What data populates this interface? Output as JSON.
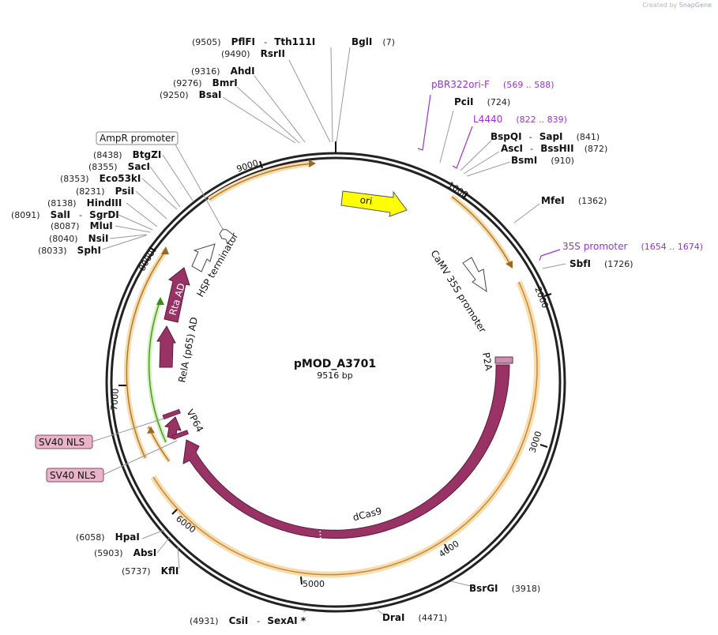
{
  "credit": {
    "prefix": "Created by",
    "brand": "SnapGene"
  },
  "plasmid": {
    "name": "pMOD_A3701",
    "length_label": "9516 bp",
    "length": 9516
  },
  "ticks": [
    "1000",
    "2000",
    "3000",
    "4000",
    "5000",
    "6000",
    "7000",
    "8000",
    "9000"
  ],
  "enzymes_right": [
    {
      "name": "BglI",
      "pos": "(7)"
    },
    {
      "name": "PciI",
      "pos": "(724)"
    },
    {
      "name": "BspQI",
      "sep": "-",
      "name2": "SapI",
      "pos": "(841)"
    },
    {
      "name": "AscI",
      "sep": "-",
      "name2": "BssHII",
      "pos": "(872)"
    },
    {
      "name": "BsmI",
      "pos": "(910)"
    },
    {
      "name": "MfeI",
      "pos": "(1362)"
    },
    {
      "name": "SbfI",
      "pos": "(1726)"
    },
    {
      "name": "BsrGI",
      "pos": "(3918)"
    },
    {
      "name": "DraI",
      "pos": "(4471)"
    }
  ],
  "enzymes_left": [
    {
      "name": "PflFI",
      "sep": "-",
      "name2": "Tth111I",
      "pos": "(9505)"
    },
    {
      "name": "RsrII",
      "pos": "(9490)"
    },
    {
      "name": "AhdI",
      "pos": "(9316)"
    },
    {
      "name": "BmrI",
      "pos": "(9276)"
    },
    {
      "name": "BsaI",
      "pos": "(9250)"
    },
    {
      "name": "BtgZI",
      "pos": "(8438)"
    },
    {
      "name": "SacI",
      "pos": "(8355)"
    },
    {
      "name": "Eco53kI",
      "pos": "(8353)"
    },
    {
      "name": "PsiI",
      "pos": "(8231)"
    },
    {
      "name": "HindIII",
      "pos": "(8138)"
    },
    {
      "name": "SalI",
      "sep": "-",
      "name2": "SgrDI",
      "pos": "(8091)"
    },
    {
      "name": "MluI",
      "pos": "(8087)"
    },
    {
      "name": "NsiI",
      "pos": "(8040)"
    },
    {
      "name": "SphI",
      "pos": "(8033)"
    },
    {
      "name": "HpaI",
      "pos": "(6058)"
    },
    {
      "name": "AbsI",
      "pos": "(5903)"
    },
    {
      "name": "KflI",
      "pos": "(5737)"
    },
    {
      "name": "CsiI",
      "sep": "-",
      "name2": "SexAI *",
      "pos": "(4931)"
    }
  ],
  "primers": [
    {
      "name": "pBR322ori-F",
      "range": "(569 .. 588)"
    },
    {
      "name": "L4440",
      "range": "(822 .. 839)"
    },
    {
      "name": "35S promoter",
      "range": "(1654 .. 1674)"
    }
  ],
  "features": {
    "ori": "ori",
    "camv": "CaMV 35S promoter",
    "p2a": "P2A",
    "dcas9": "dCas9",
    "vp64": "VP64",
    "rela": "RelA (p65) AD",
    "rta": "Rta AD",
    "hsp": "HSP terminator",
    "ampr": "AmpR promoter",
    "sv40_a": "SV40 NLS",
    "sv40_b": "SV40 NLS"
  },
  "colors": {
    "backbone": "#222222",
    "orf_line": "#e8a838",
    "cds": "#993366",
    "ori": "#ffff00",
    "nls": "#e8b4c8",
    "primer": "#9933cc",
    "green": "#66cc33"
  }
}
